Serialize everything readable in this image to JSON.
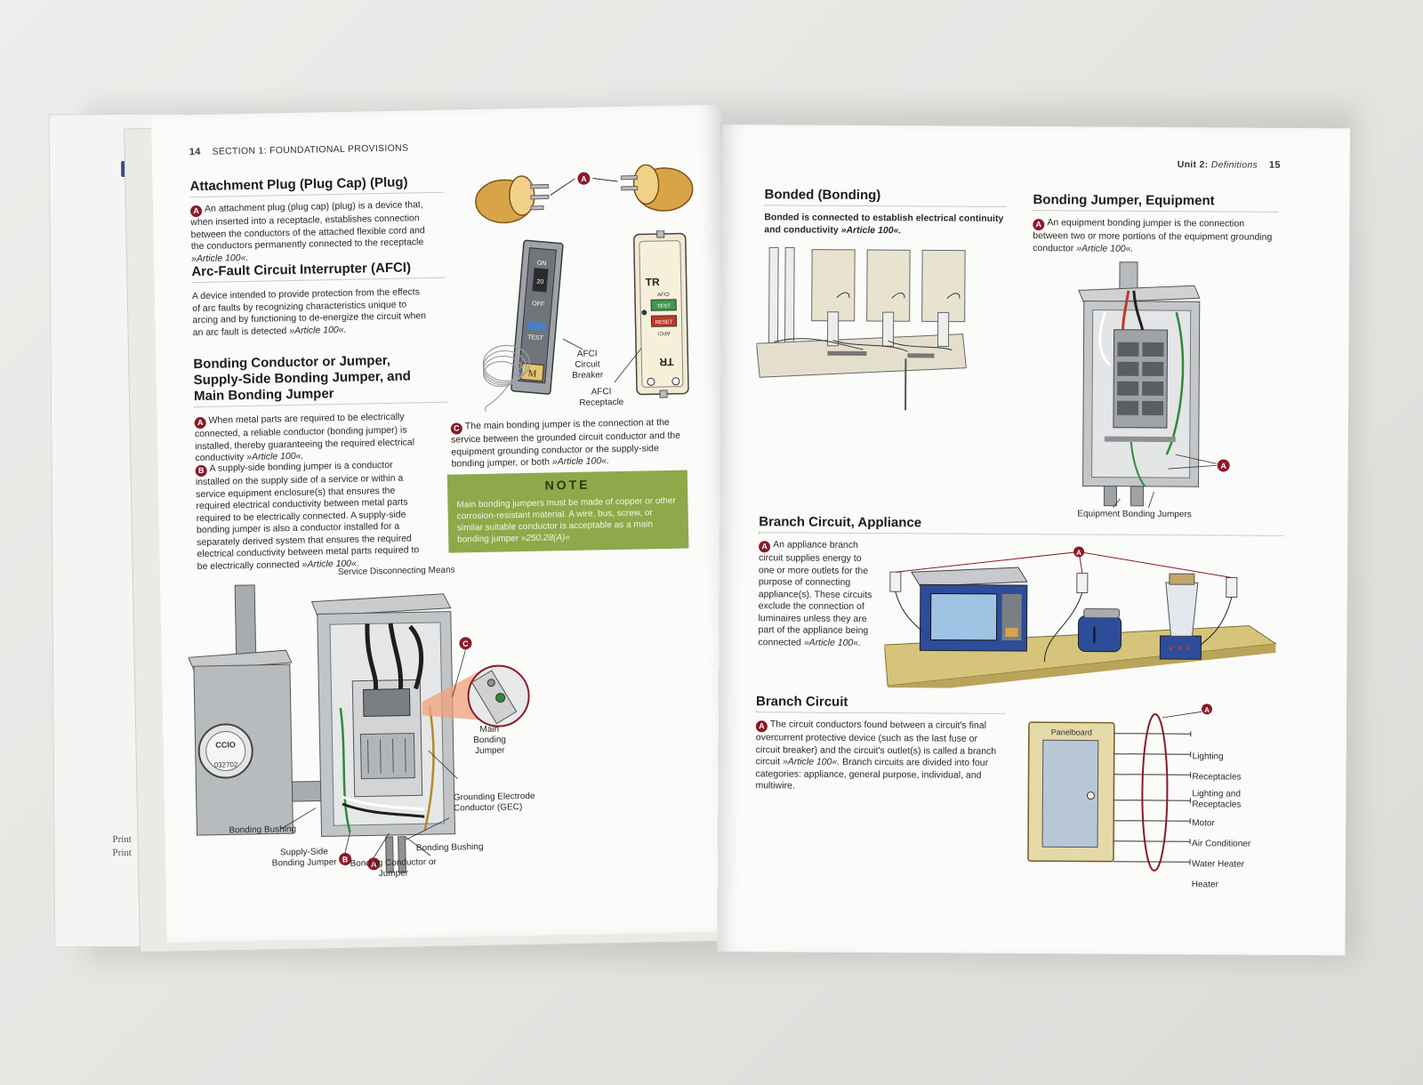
{
  "left_page": {
    "page_number": "14",
    "section_title": "SECTION 1: FOUNDATIONAL PROVISIONS",
    "attachment_plug": {
      "heading": "Attachment Plug (Plug Cap) (Plug)",
      "marker": "A",
      "text": "An attachment plug (plug cap) (plug) is a device that, when inserted into a receptacle, establishes connection between the conductors of the attached flexible cord and the conductors permanently connected to the receptacle",
      "ref": "Article 100"
    },
    "afci": {
      "heading": "Arc-Fault Circuit Interrupter (AFCI)",
      "text": "A device intended to provide protection from the effects of arc faults by recognizing characteristics unique to arcing and by functioning to de-energize the circuit when an arc fault is detected",
      "ref": "Article 100",
      "breaker_label": "AFCI Circuit Breaker",
      "receptacle_label": "AFCI Receptacle",
      "tr_label": "TR",
      "breaker_on": "ON",
      "breaker_off": "OFF",
      "breaker_test": "TEST",
      "breaker_amps": "20",
      "receptacle_afci": "AFCI",
      "receptacle_reset": "RESET",
      "receptacle_test": "TEST",
      "receptacle_afci_flipped": "AFCI",
      "brand_letter": "M"
    },
    "bonding": {
      "heading_line1": "Bonding Conductor or Jumper,",
      "heading_line2": "Supply-Side Bonding Jumper, and",
      "heading_line3": "Main Bonding Jumper",
      "a_marker": "A",
      "a_text": "When metal parts are required to be electrically connected, a reliable conductor (bonding jumper) is installed, thereby guaranteeing the required electrical conductivity",
      "a_ref": "Article 100",
      "b_marker": "B",
      "b_text": "A supply-side bonding jumper is a conductor installed on the supply side of a service or within a service equipment enclosure(s) that ensures the required electrical conductivity between metal parts required to be electrically connected. A supply-side bonding jumper is also a conductor installed for a separately derived system that ensures the required electrical conductivity between metal parts required to be electrically connected",
      "b_ref": "Article 100",
      "c_marker": "C",
      "c_text": "The main bonding jumper is the connection at the service between the grounded circuit conductor and the equipment grounding conductor or the supply-side bonding jumper, or both",
      "c_ref": "Article 100"
    },
    "note": {
      "title": "NOTE",
      "text": "Main bonding jumpers must be made of copper or other corrosion-resistant material. A wire, bus, screw, or similar suitable conductor is acceptable as a main bonding jumper",
      "ref": "250.28(A)"
    },
    "service_diagram": {
      "label_service_disconnect": "Service Disconnecting Means",
      "label_main_bonding": "Main Bonding Jumper",
      "label_gec": "Grounding Electrode Conductor (GEC)",
      "label_bonding_bushing_left": "Bonding Bushing",
      "label_bonding_bushing_right": "Bonding Bushing",
      "label_supply_side": "Supply-Side Bonding Jumper",
      "label_bonding_conductor": "Bonding Conductor or Jumper",
      "meter_number": "032702",
      "meter_brand": "CCIO",
      "marker_a": "A",
      "marker_b": "B",
      "marker_c": "C"
    }
  },
  "right_page": {
    "page_number": "15",
    "unit_label": "Unit 2:",
    "unit_title": "Definitions",
    "bonded": {
      "heading": "Bonded (Bonding)",
      "text": "Bonded is connected to establish electrical continuity and conductivity",
      "ref": "Article 100"
    },
    "bonding_jumper_equipment": {
      "heading": "Bonding Jumper, Equipment",
      "marker": "A",
      "text": "An equipment bonding jumper is the connection between two or more portions of the equipment grounding conductor",
      "ref": "Article 100",
      "diagram_label": "Equipment Bonding Jumpers"
    },
    "branch_appliance": {
      "heading": "Branch Circuit, Appliance",
      "marker": "A",
      "text": "An appliance branch circuit supplies energy to one or more outlets for the purpose of connecting appliance(s). These circuits exclude the connection of luminaires unless they are part of the appliance being connected",
      "ref": "Article 100"
    },
    "branch_circuit": {
      "heading": "Branch Circuit",
      "marker": "A",
      "text_before": "The circuit conductors found between a circuit's final overcurrent protective device (such as the last fuse or circuit breaker) and the circuit's outlet(s) is called a branch circuit",
      "ref": "Article 100",
      "text_after": "Branch circuits are divided into four categories: appliance, general purpose, individual, and multiwire.",
      "panel_label": "Panelboard",
      "loads": [
        "Lighting",
        "Receptacles",
        "Lighting and Receptacles",
        "Motor",
        "Air Conditioner",
        "Water Heater",
        "Heater"
      ]
    }
  },
  "back_cover": {
    "print_line1": "Print",
    "print_line2": "Print"
  }
}
